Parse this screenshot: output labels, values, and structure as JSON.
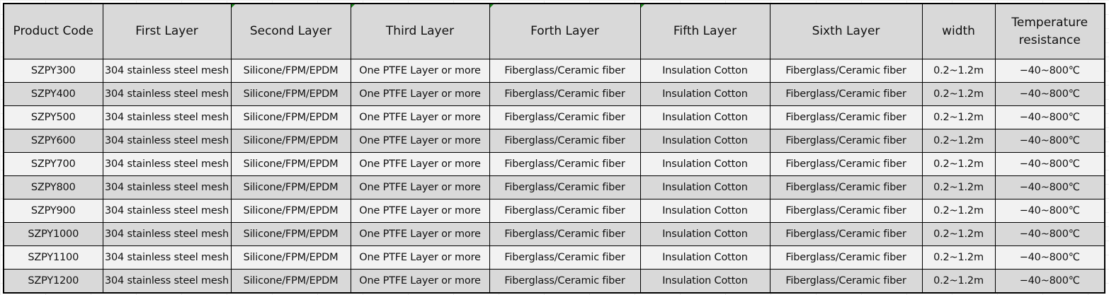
{
  "table": {
    "headers": [
      "Product Code",
      "First Layer",
      "Second Layer",
      "Third Layer",
      "Forth Layer",
      "Fifth Layer",
      "Sixth Layer",
      "width",
      "Temperature resistance"
    ],
    "rows": [
      [
        "SZPY300",
        "304 stainless steel mesh",
        "Silicone/FPM/EPDM",
        "One PTFE Layer or more",
        "Fiberglass/Ceramic fiber",
        "Insulation Cotton",
        "Fiberglass/Ceramic fiber",
        "0.2~1.2m",
        "−40~800℃"
      ],
      [
        "SZPY400",
        "304 stainless steel mesh",
        "Silicone/FPM/EPDM",
        "One PTFE Layer or more",
        "Fiberglass/Ceramic fiber",
        "Insulation Cotton",
        "Fiberglass/Ceramic fiber",
        "0.2~1.2m",
        "−40~800℃"
      ],
      [
        "SZPY500",
        "304 stainless steel mesh",
        "Silicone/FPM/EPDM",
        "One PTFE Layer or more",
        "Fiberglass/Ceramic fiber",
        "Insulation Cotton",
        "Fiberglass/Ceramic fiber",
        "0.2~1.2m",
        "−40~800℃"
      ],
      [
        "SZPY600",
        "304 stainless steel mesh",
        "Silicone/FPM/EPDM",
        "One PTFE Layer or more",
        "Fiberglass/Ceramic fiber",
        "Insulation Cotton",
        "Fiberglass/Ceramic fiber",
        "0.2~1.2m",
        "−40~800℃"
      ],
      [
        "SZPY700",
        "304 stainless steel mesh",
        "Silicone/FPM/EPDM",
        "One PTFE Layer or more",
        "Fiberglass/Ceramic fiber",
        "Insulation Cotton",
        "Fiberglass/Ceramic fiber",
        "0.2~1.2m",
        "−40~800℃"
      ],
      [
        "SZPY800",
        "304 stainless steel mesh",
        "Silicone/FPM/EPDM",
        "One PTFE Layer or more",
        "Fiberglass/Ceramic fiber",
        "Insulation Cotton",
        "Fiberglass/Ceramic fiber",
        "0.2~1.2m",
        "−40~800℃"
      ],
      [
        "SZPY900",
        "304 stainless steel mesh",
        "Silicone/FPM/EPDM",
        "One PTFE Layer or more",
        "Fiberglass/Ceramic fiber",
        "Insulation Cotton",
        "Fiberglass/Ceramic fiber",
        "0.2~1.2m",
        "−40~800℃"
      ],
      [
        "SZPY1000",
        "304 stainless steel mesh",
        "Silicone/FPM/EPDM",
        "One PTFE Layer or more",
        "Fiberglass/Ceramic fiber",
        "Insulation Cotton",
        "Fiberglass/Ceramic fiber",
        "0.2~1.2m",
        "−40~800℃"
      ],
      [
        "SZPY1100",
        "304 stainless steel mesh",
        "Silicone/FPM/EPDM",
        "One PTFE Layer or more",
        "Fiberglass/Ceramic fiber",
        "Insulation Cotton",
        "Fiberglass/Ceramic fiber",
        "0.2~1.2m",
        "−40~800℃"
      ],
      [
        "SZPY1200",
        "304 stainless steel mesh",
        "Silicone/FPM/EPDM",
        "One PTFE Layer or more",
        "Fiberglass/Ceramic fiber",
        "Insulation Cotton",
        "Fiberglass/Ceramic fiber",
        "0.2~1.2m",
        "−40~800℃"
      ]
    ]
  },
  "colors": {
    "header_bg": "#d9d9d9",
    "row_light": "#f2f2f2",
    "row_dark": "#d9d9d9",
    "border": "#000000",
    "comment_marker": "#1e8a1e"
  }
}
